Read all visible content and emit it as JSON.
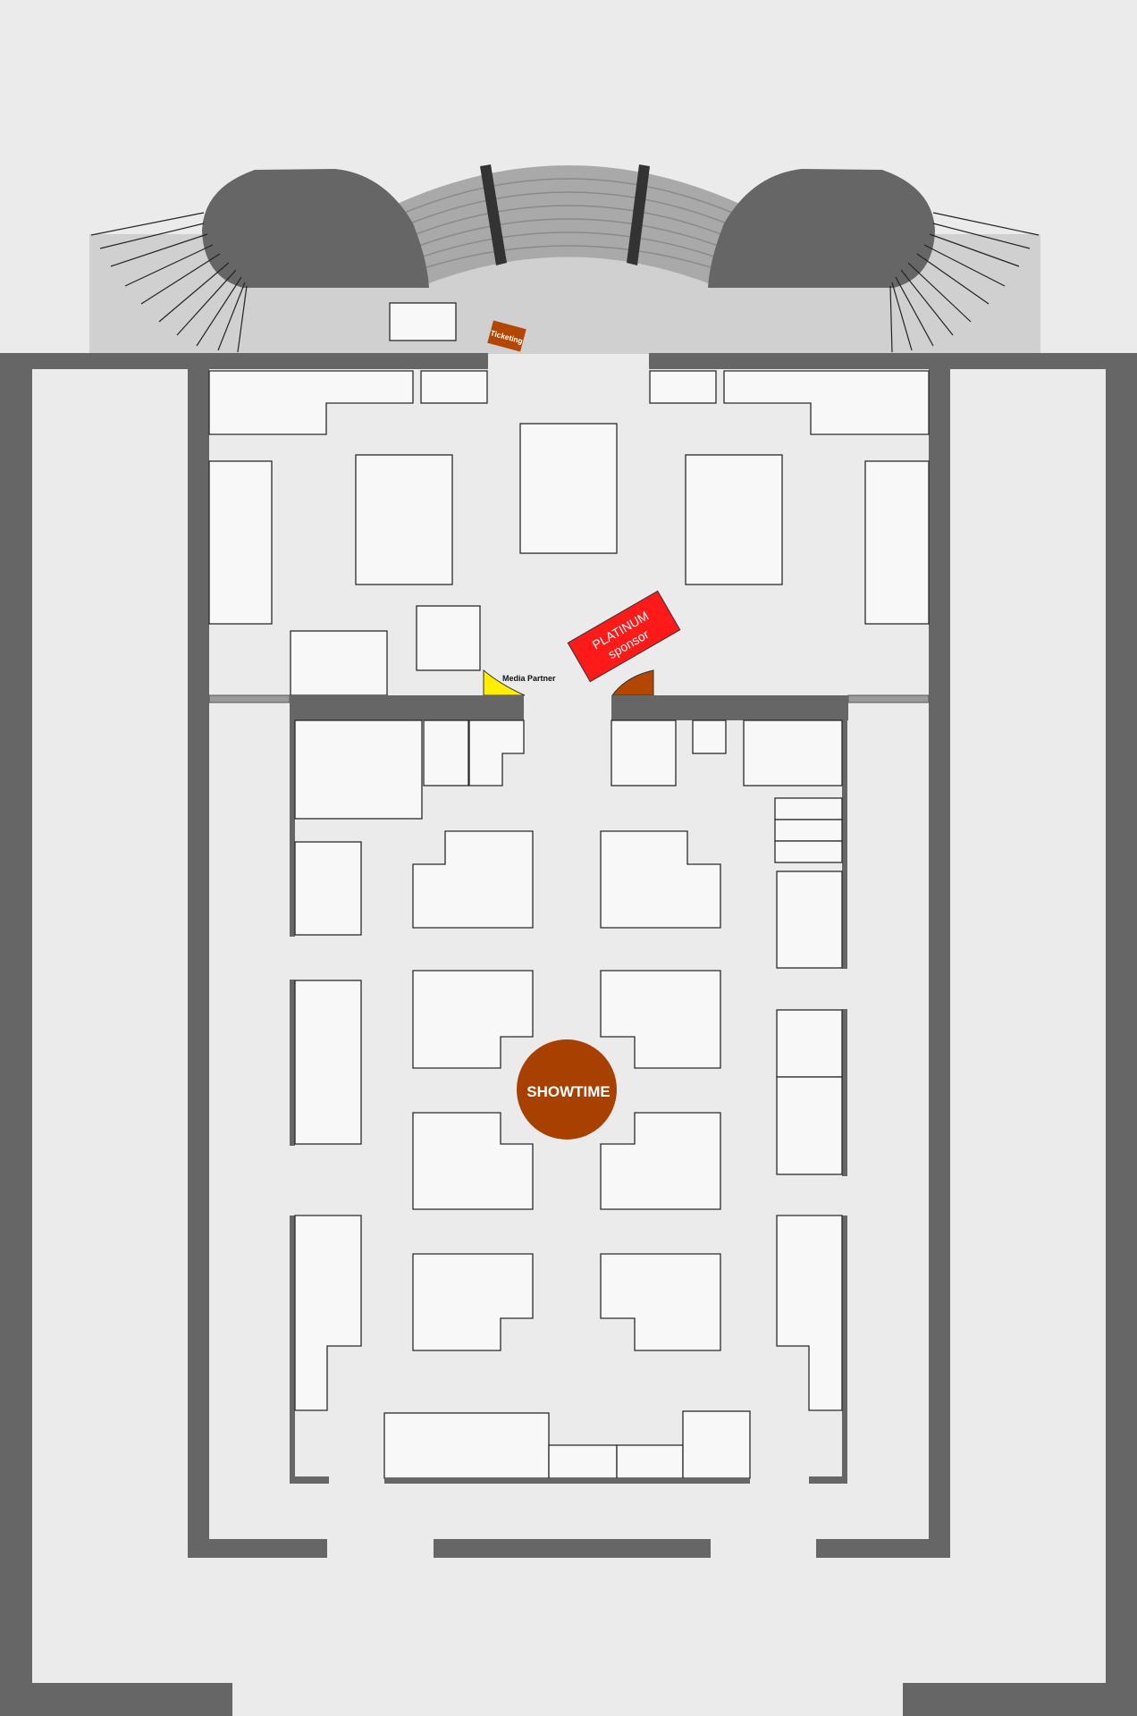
{
  "map": {
    "labels": {
      "ticketing": "Ticketing",
      "platinum_line1": "PLATINUM",
      "platinum_line2": "sponsor",
      "media_partner": "Media Partner",
      "showtime": "SHOWTIME"
    },
    "colors": {
      "background": "#ebebeb",
      "walls": "#666666",
      "booth_fill": "#f8f8f8",
      "booth_stroke": "#2a2a2a",
      "entrance_area": "#d0d0d0",
      "stands": "#666666",
      "ticketing": "#b34700",
      "platinum_sponsor": "#ff1a1a",
      "media_partner": "#ffee00",
      "showtime": "#a84000"
    }
  }
}
